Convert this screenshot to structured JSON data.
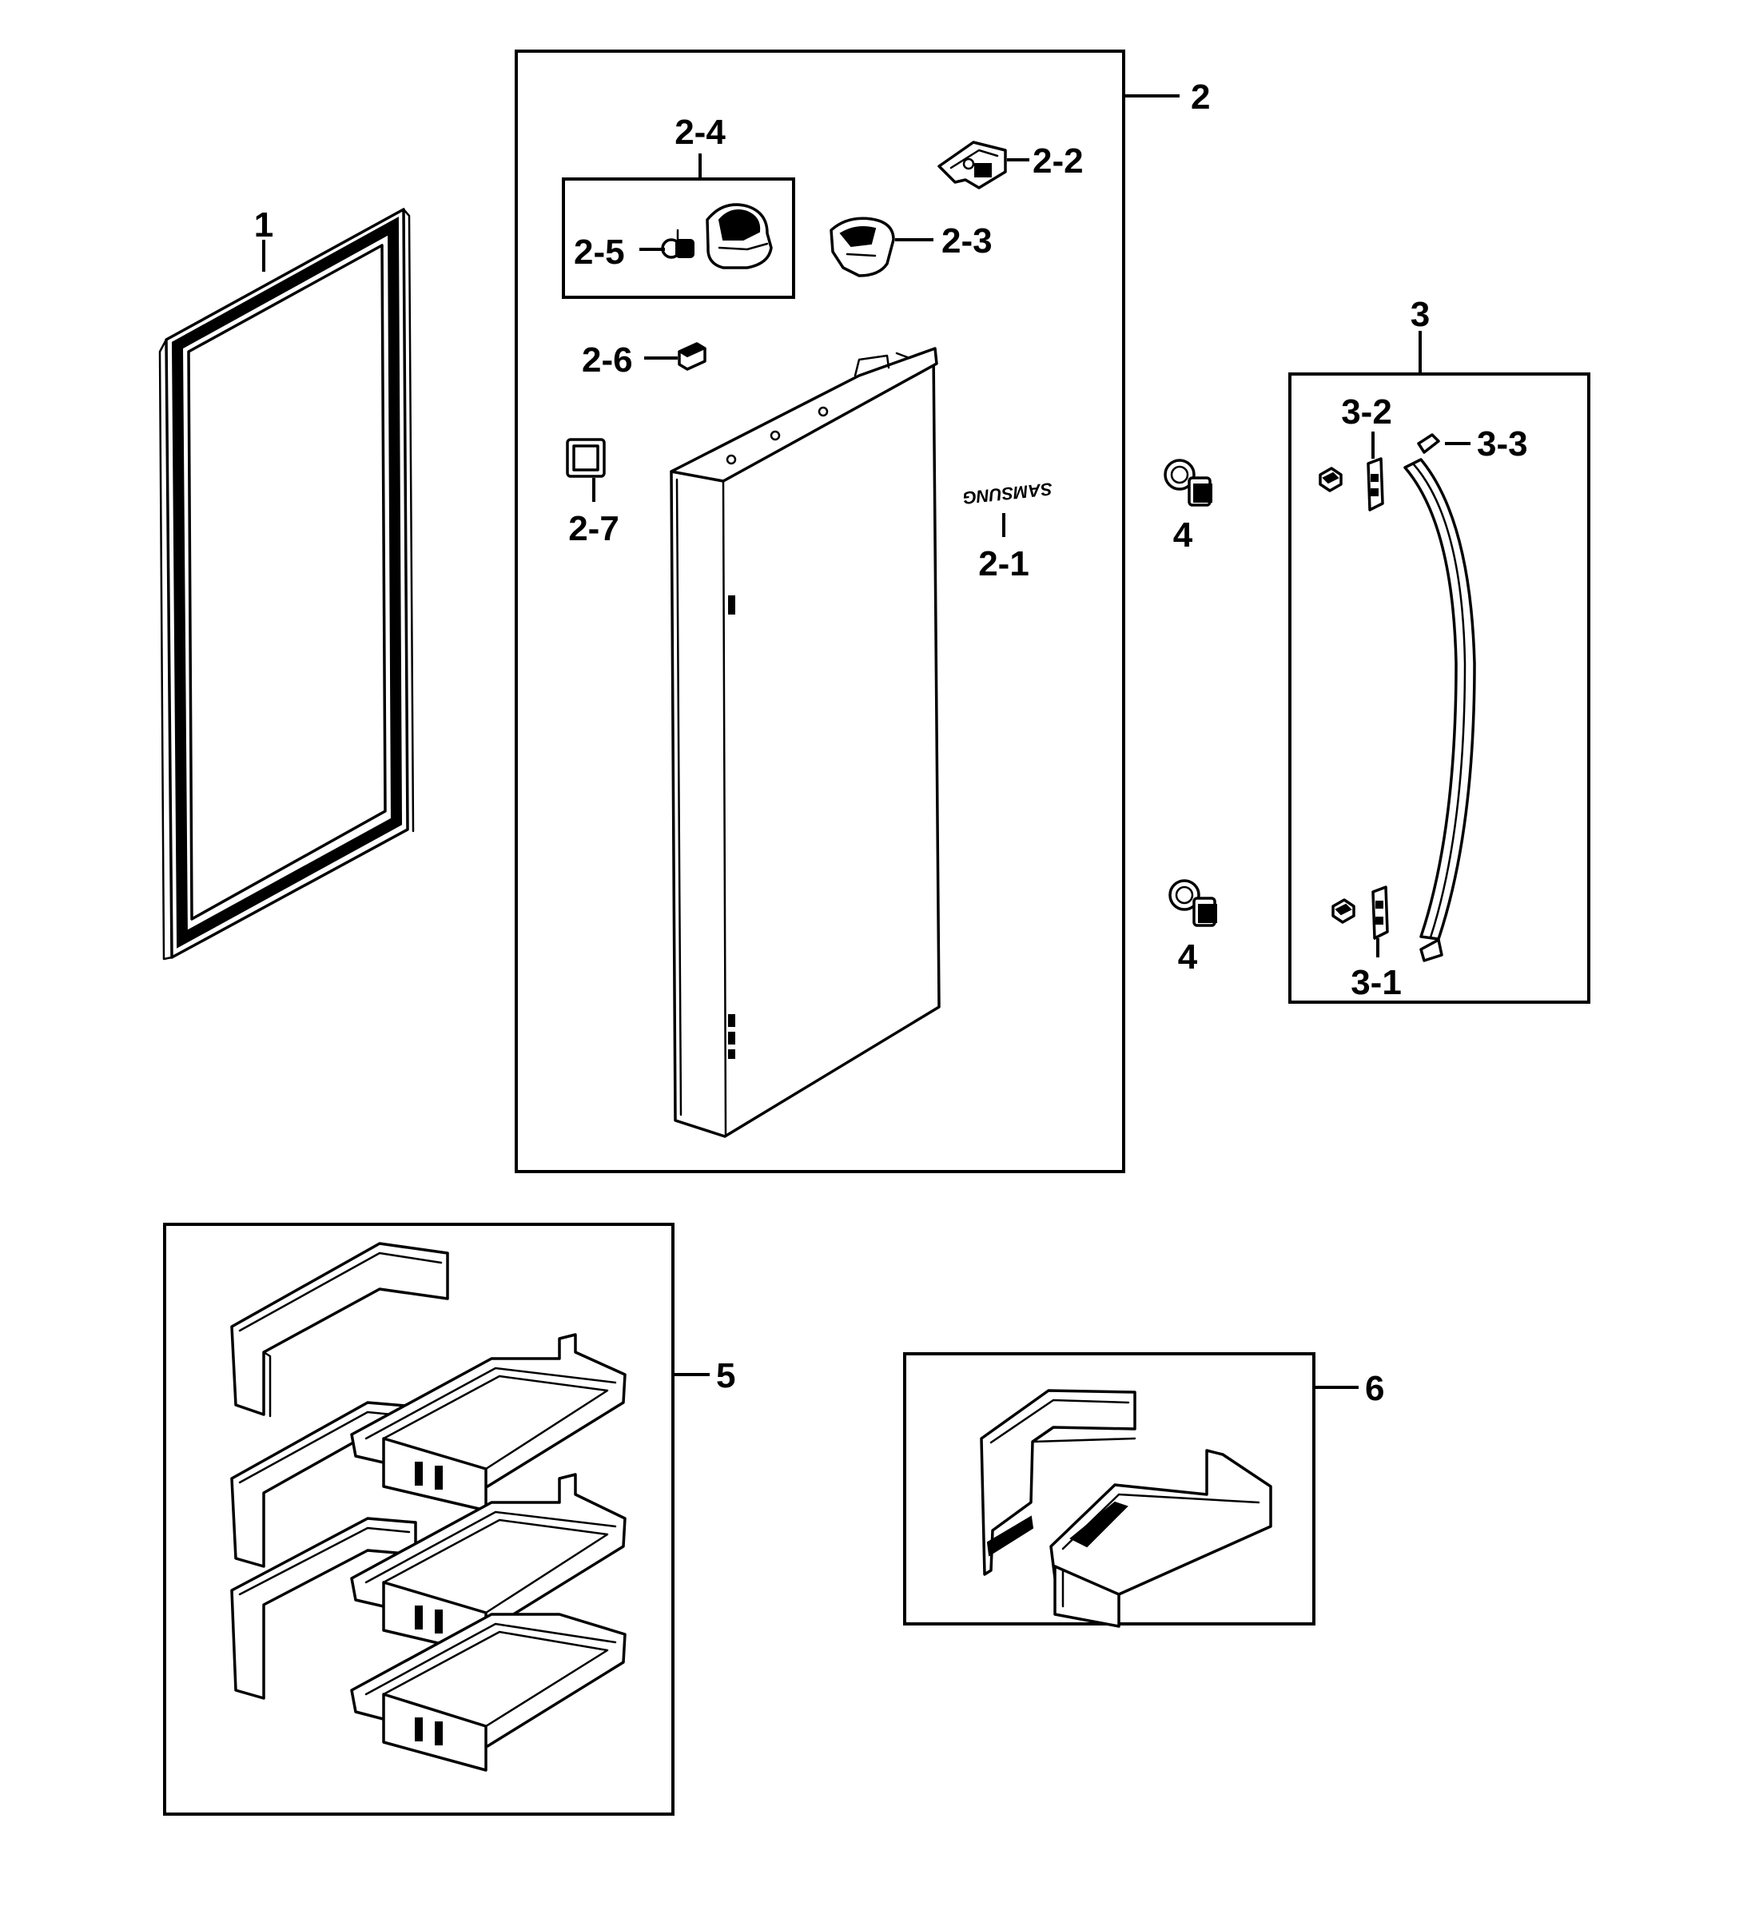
{
  "diagram": {
    "labels": {
      "p1": "1",
      "p2": "2",
      "p2_1": "2-1",
      "p2_2": "2-2",
      "p2_3": "2-3",
      "p2_4": "2-4",
      "p2_5": "2-5",
      "p2_6": "2-6",
      "p2_7": "2-7",
      "p3": "3",
      "p3_1": "3-1",
      "p3_2": "3-2",
      "p3_3": "3-3",
      "p4_top": "4",
      "p4_bottom": "4",
      "p5": "5",
      "p6": "6"
    },
    "door_logo": "SAMSUNG"
  }
}
